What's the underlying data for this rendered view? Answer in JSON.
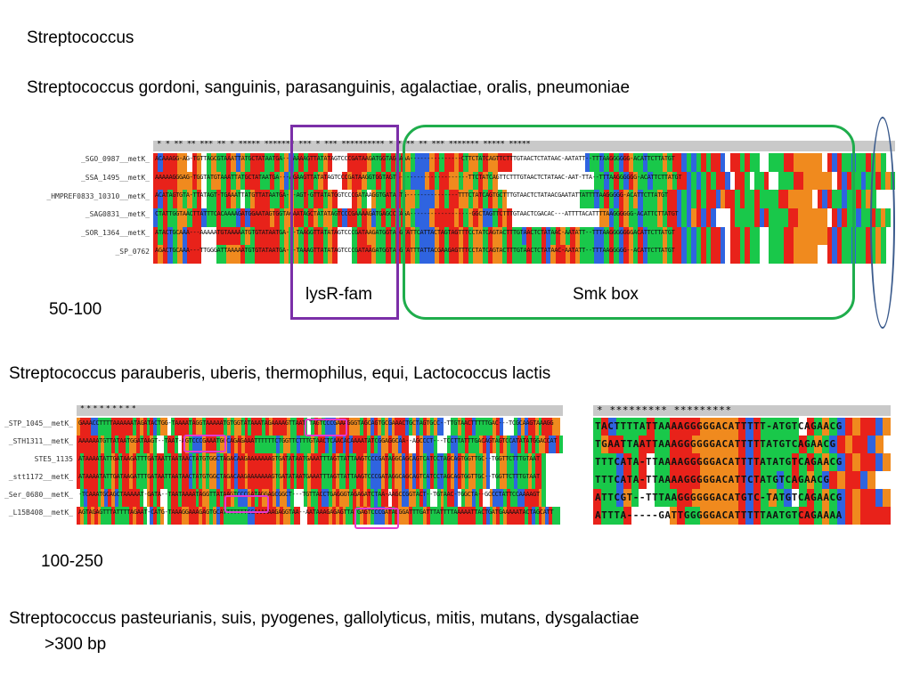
{
  "text": {
    "title": "Streptococcus",
    "group1": "Streptococcus gordoni, sanguinis, parasanguinis, agalactiae, oralis, pneumoniae",
    "range1": "50-100",
    "group2": "Streptococcus parauberis, uberis, thermophilus, equi, Lactococcus lactis",
    "range2": "100-250",
    "group3": "Streptococcus pasteurianis, suis, pyogenes, gallolyticus, mitis, mutans, dysgalactiae",
    "range3": ">300 bp"
  },
  "labels": {
    "lysr": "lysR-fam",
    "smk": "Smk box"
  },
  "alignment1": {
    "names": [
      "_SGO_0987__metK_",
      "_SSA_1495__metK_",
      "_HMPREF0833_10310__metK_",
      "_SAG0831__metK_",
      "_SOR_1364__metK_",
      "_SP_0762"
    ],
    "stars": "*  *          **  ** ***  **         *  *****  ******* ***  *                         ***  ********** *  *     **  **    ***  *******  *****  *****",
    "sequences": [
      "ACAAAGG-AG-TGTTAGCGTAAATTATGCTATAATGA---AAAAGTTATATAGTCCCGATAAGATGGTAGGAAA---------------CTTCTATCAGTTCTTTGTAACTCTATAAC-AATATT--TTTAAGGGGGG-ACATTCTTATGT",
      "AAAAAGGGAG-TGGTATGTAAATTATGCTATAATGA---AGAAGTTATATAGTCCCGATAAGGTGGTAGTG--------------------TTCTATCAGTTCTTTGTAACTCTATAAC-AAT-TTA--TTTAAGGGGGG-ACATTCTTATGT",
      "ACATAGTGTA-TTATAGT-TGAAATTATGTTATAATGA---AGT-GTTATATGGTCCCGATAAGGTGATAGTG---------------TTTCTATCAGTGCTTTGTAACTCTATAACGAATATTATTTTAAGGGGG-ACATTCTTATGT",
      "CTATTGGTAACTTATTTCACAAAAGATGGAATAGTGGTACAATAGCTATATAGTCCCGAAAAGATGAGCCTAGA------------------GGCTAGTTCTTTGTAACTCGACAC---ATTTTACATTTTAAGGGGGG-ACATTCTTATGT",
      "ATACTGCAAA---AAAAATGTAAAAATGTGTATAATGA---TAAGGTTATATAGTCCCGATAAGATGGTAGGTATTCATTACTAGTAGTTTCCTATCAGTACTTTGTAACTCTATAAC-AATATT--TTTAAGGGGGGGACATTCTTATGT",
      "AGACTGCAAA---TTGGGATTAAAAATGTGTATAATGA---TAAAGTTATATAGTCCCGATAAGATGGTAGGTATTTATTACGAAGAGTTTCCTATCAGTACTTTGTAACTCTATAAC-AATATT--TTTAAGGGGG--ACATTCTTATGT"
    ]
  },
  "alignment2": {
    "names": [
      "_STP_1045__metK_",
      "_STH1311__metK_",
      "STE5_1135",
      "_stt1172__metK_",
      "_Ser_0680__metK_",
      "_L15B408__metK_"
    ],
    "stars": "*  *            *          *                                   *                                             *       *      *                  *",
    "sequences": [
      "GAAACCTTTTAAAAAATAGATACTGG-TAAAATAGGTAAAAATGTGGTATAAATAGAAAAGTTAAT TAGTCCCGAAAGGGTAGCAGTGCGAAACTGCTAGTGCC--TTGTAACTTTTTGAC---TCGCAAGTAAAGG",
      "AAAAAATGTTATAATGGATAAGT--TAAT-AGTCCCGAAATGGCAGAGAAATTTTTTCTGGTTCTTTGTAACTCAACACAAAATATCGGAGGCAA--AGCCCT---TCCTTATTTGACAGTAGTCCATATATGGACCAT",
      "ATAAAATATTGATAAGATTTGATAATTAATAACTATGTGGCTAGACAAGAAAAAAAGTGATATAATGAAATTTAGTTATTAAGTCCCGATAGGCAGCAGTCATCCTAGCAGTGGTTGC--TGGTTCTTTGTAAT",
      "ATAAAATATTGATAAGATTTGATAATTAATAACTATGTGGCTAGACAAGAAAAAAAGTGATATAATGAAATTTAGTTATTAAGTCCCGATAGGCAGCAGTCATCCTAGCAGTGGTTGC--TGGTTCTTTGTAAT",
      "-TCAAATGCAGCTAAAAAT-GATA--TAATAAAATAGGTTATAAGTCCCGATAGGAGCGGCT---TGTTACCTGAGGGTAGAGATCTAA-AAGCCGGTACT--TGTAAC-TGGCTA--GCCCTATTCCAAAAGT",
      "AGTAGAGTTTATTTTAGAAT-CATG-TAAAGGAAAGAGTGCATTTTTTTCCAAAAAAGAGGTAA--AATAAAGAGAGTTATGAGTCCCGATAGGGATTTGATTTATTTTAAAAATTACTGATGAAAAATACTAGCATT"
    ]
  },
  "alignment3": {
    "stars": "*  *********      *********",
    "sequences": [
      "TACTTTTATTAAAAGGGGGACATTTTT-ATGTCAGAACG",
      "TGAATTAATTAAAGGGGGGACATTTTTATGTCAGAACG",
      "TTTCATA-TTAAAAGGGGGACATTTTATATGTCAGAACG",
      "TTTCATA-TTAAAAGGGGGACATTCTATGTCAGAACG",
      "ATTCGT--TTTAAGGGGGGACATGTC-TATGTCAGAACG",
      "ATTTA-----GATTGGGGGACATTTTTAATGTCAGAAAA"
    ]
  },
  "colors": {
    "A": "#e8221a",
    "C": "#2f64e0",
    "G": "#f08a1e",
    "T": "#19c84a",
    "gap": "#ffffff",
    "lysr_box": "#7b2fa8",
    "smk_box": "#1fad4c",
    "oval": "#3a5a8c",
    "pink_box": "#e23bd0"
  }
}
